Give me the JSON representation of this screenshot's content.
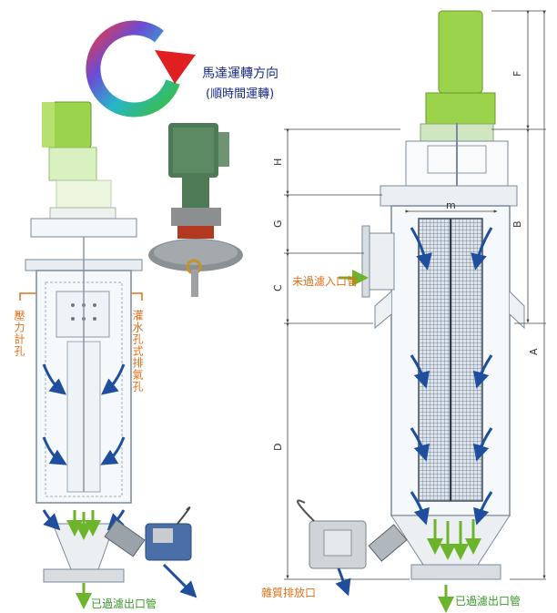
{
  "rotation": {
    "title": "馬達運轉方向",
    "subtitle": "(順時間運轉)"
  },
  "left_diagram": {
    "pressure_gauge_label": "壓力計孔",
    "vent_label": "灌水孔式排氣孔",
    "outlet_label": "已過濾出口管"
  },
  "right_diagram": {
    "inlet_label": "未過濾入口管",
    "drain_label": "雜質排放口",
    "outlet_label": "已過濾出口管",
    "dimensions": {
      "F": "F",
      "B": "B",
      "A": "A",
      "H": "H",
      "G": "G",
      "C": "C",
      "D": "D",
      "m": "m"
    }
  },
  "colors": {
    "label_green": "#3a9a2a",
    "label_orange": "#e0701a",
    "flow_blue": "#1f4e9e",
    "flow_green": "#6cb42c",
    "motor_green": "#9bd34a",
    "arrow_red": "#e02020",
    "rotation_title": "#1a2a8a"
  }
}
